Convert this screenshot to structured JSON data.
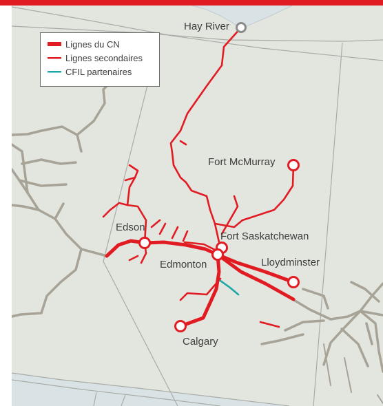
{
  "colors": {
    "land": "#e3e5df",
    "water": "#d9e3e6",
    "boundary": "#a9aca6",
    "other_rail": "#a8a397",
    "cn_main": "#e11b22",
    "cn_secondary": "#e11b22",
    "partner": "#1ba6a6",
    "label": "#3d3d3d",
    "top_bar": "#e11b22"
  },
  "legend": {
    "items": [
      {
        "label": "Lignes du CN",
        "style": "cn-main"
      },
      {
        "label": "Lignes secondaires",
        "style": "cn-secondary"
      },
      {
        "label": "CFIL partenaires",
        "style": "partner"
      }
    ]
  },
  "cities": {
    "hay_river": {
      "name": "Hay River",
      "marker": "grey"
    },
    "fort_mcmurray": {
      "name": "Fort McMurray",
      "marker": "red"
    },
    "edson": {
      "name": "Edson",
      "marker": "red"
    },
    "fort_saskatchewan": {
      "name": "Fort Saskatchewan",
      "marker": "red"
    },
    "edmonton": {
      "name": "Edmonton",
      "marker": "red"
    },
    "lloydminster": {
      "name": "Lloydminster",
      "marker": "red"
    },
    "calgary": {
      "name": "Calgary",
      "marker": "red"
    }
  }
}
